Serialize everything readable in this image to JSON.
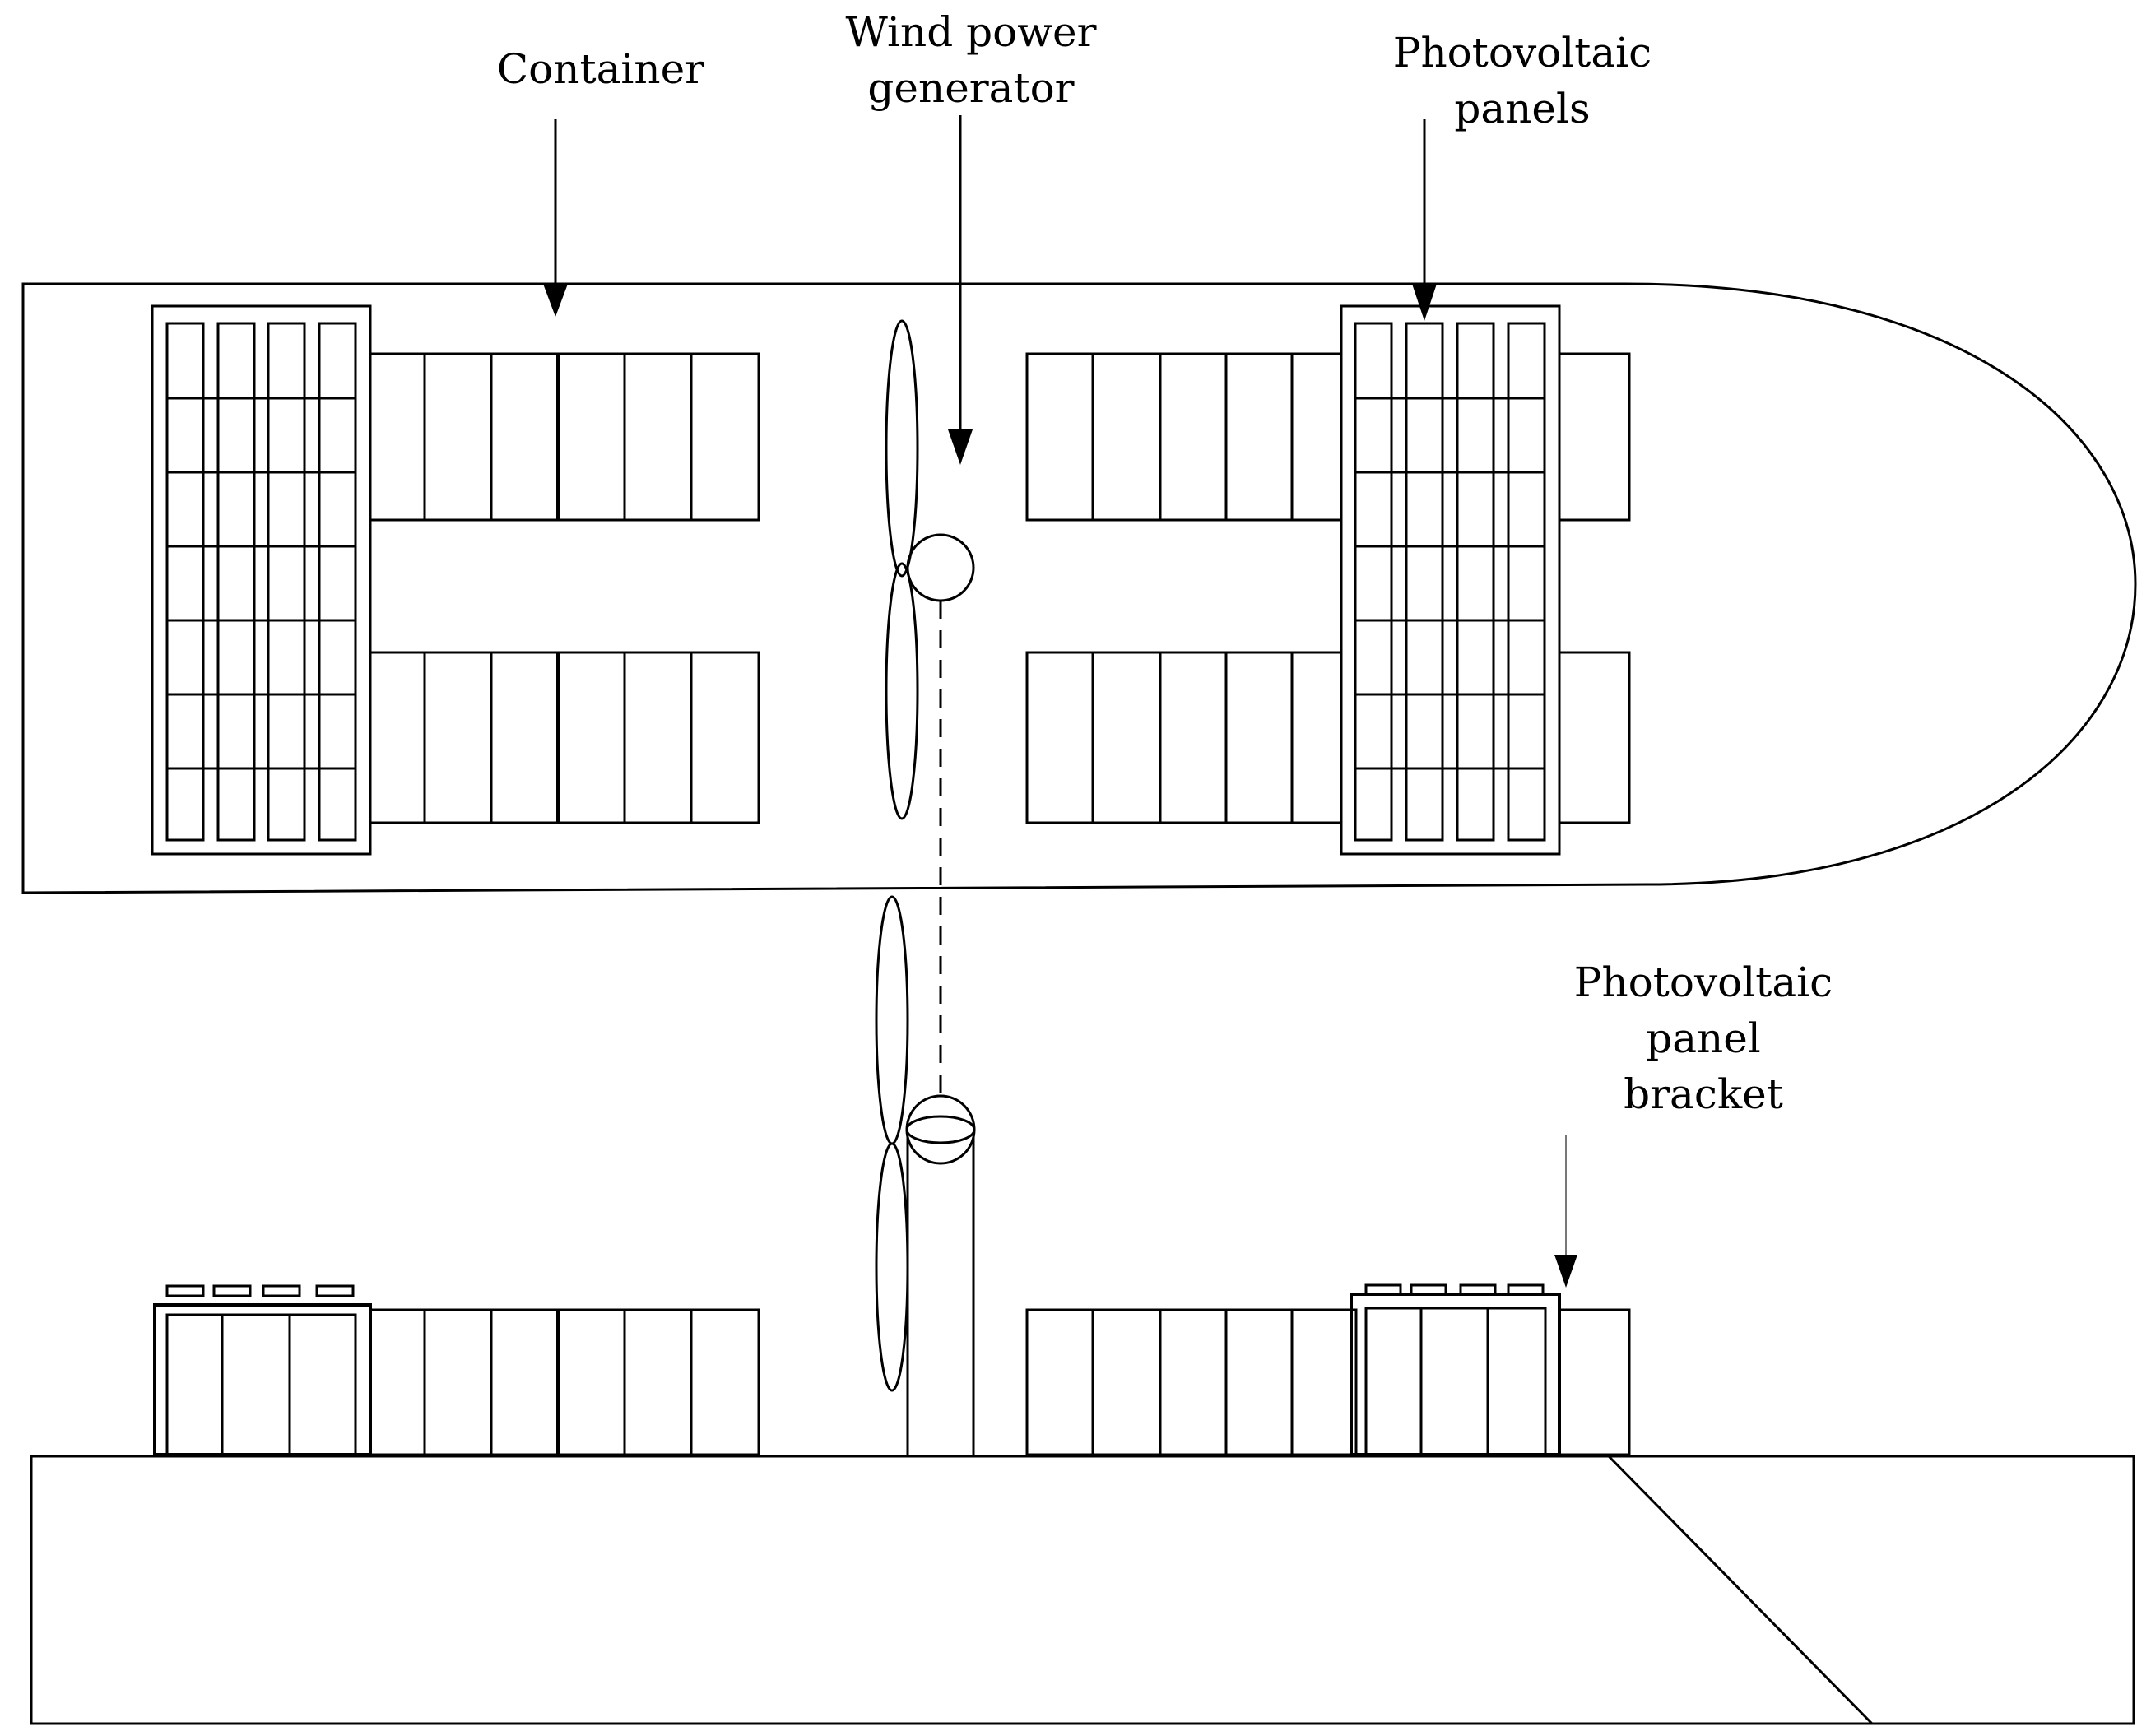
{
  "labels": {
    "container": [
      "Container"
    ],
    "wind_generator": [
      "Wind power",
      "generator"
    ],
    "pv_panels": [
      "Photovoltaic",
      "panels"
    ],
    "pv_bracket": [
      "Photovoltaic",
      "panel",
      "bracket"
    ]
  },
  "colors": {
    "stroke": "#000000",
    "background": "#ffffff",
    "thin_arrow": "#777777"
  }
}
